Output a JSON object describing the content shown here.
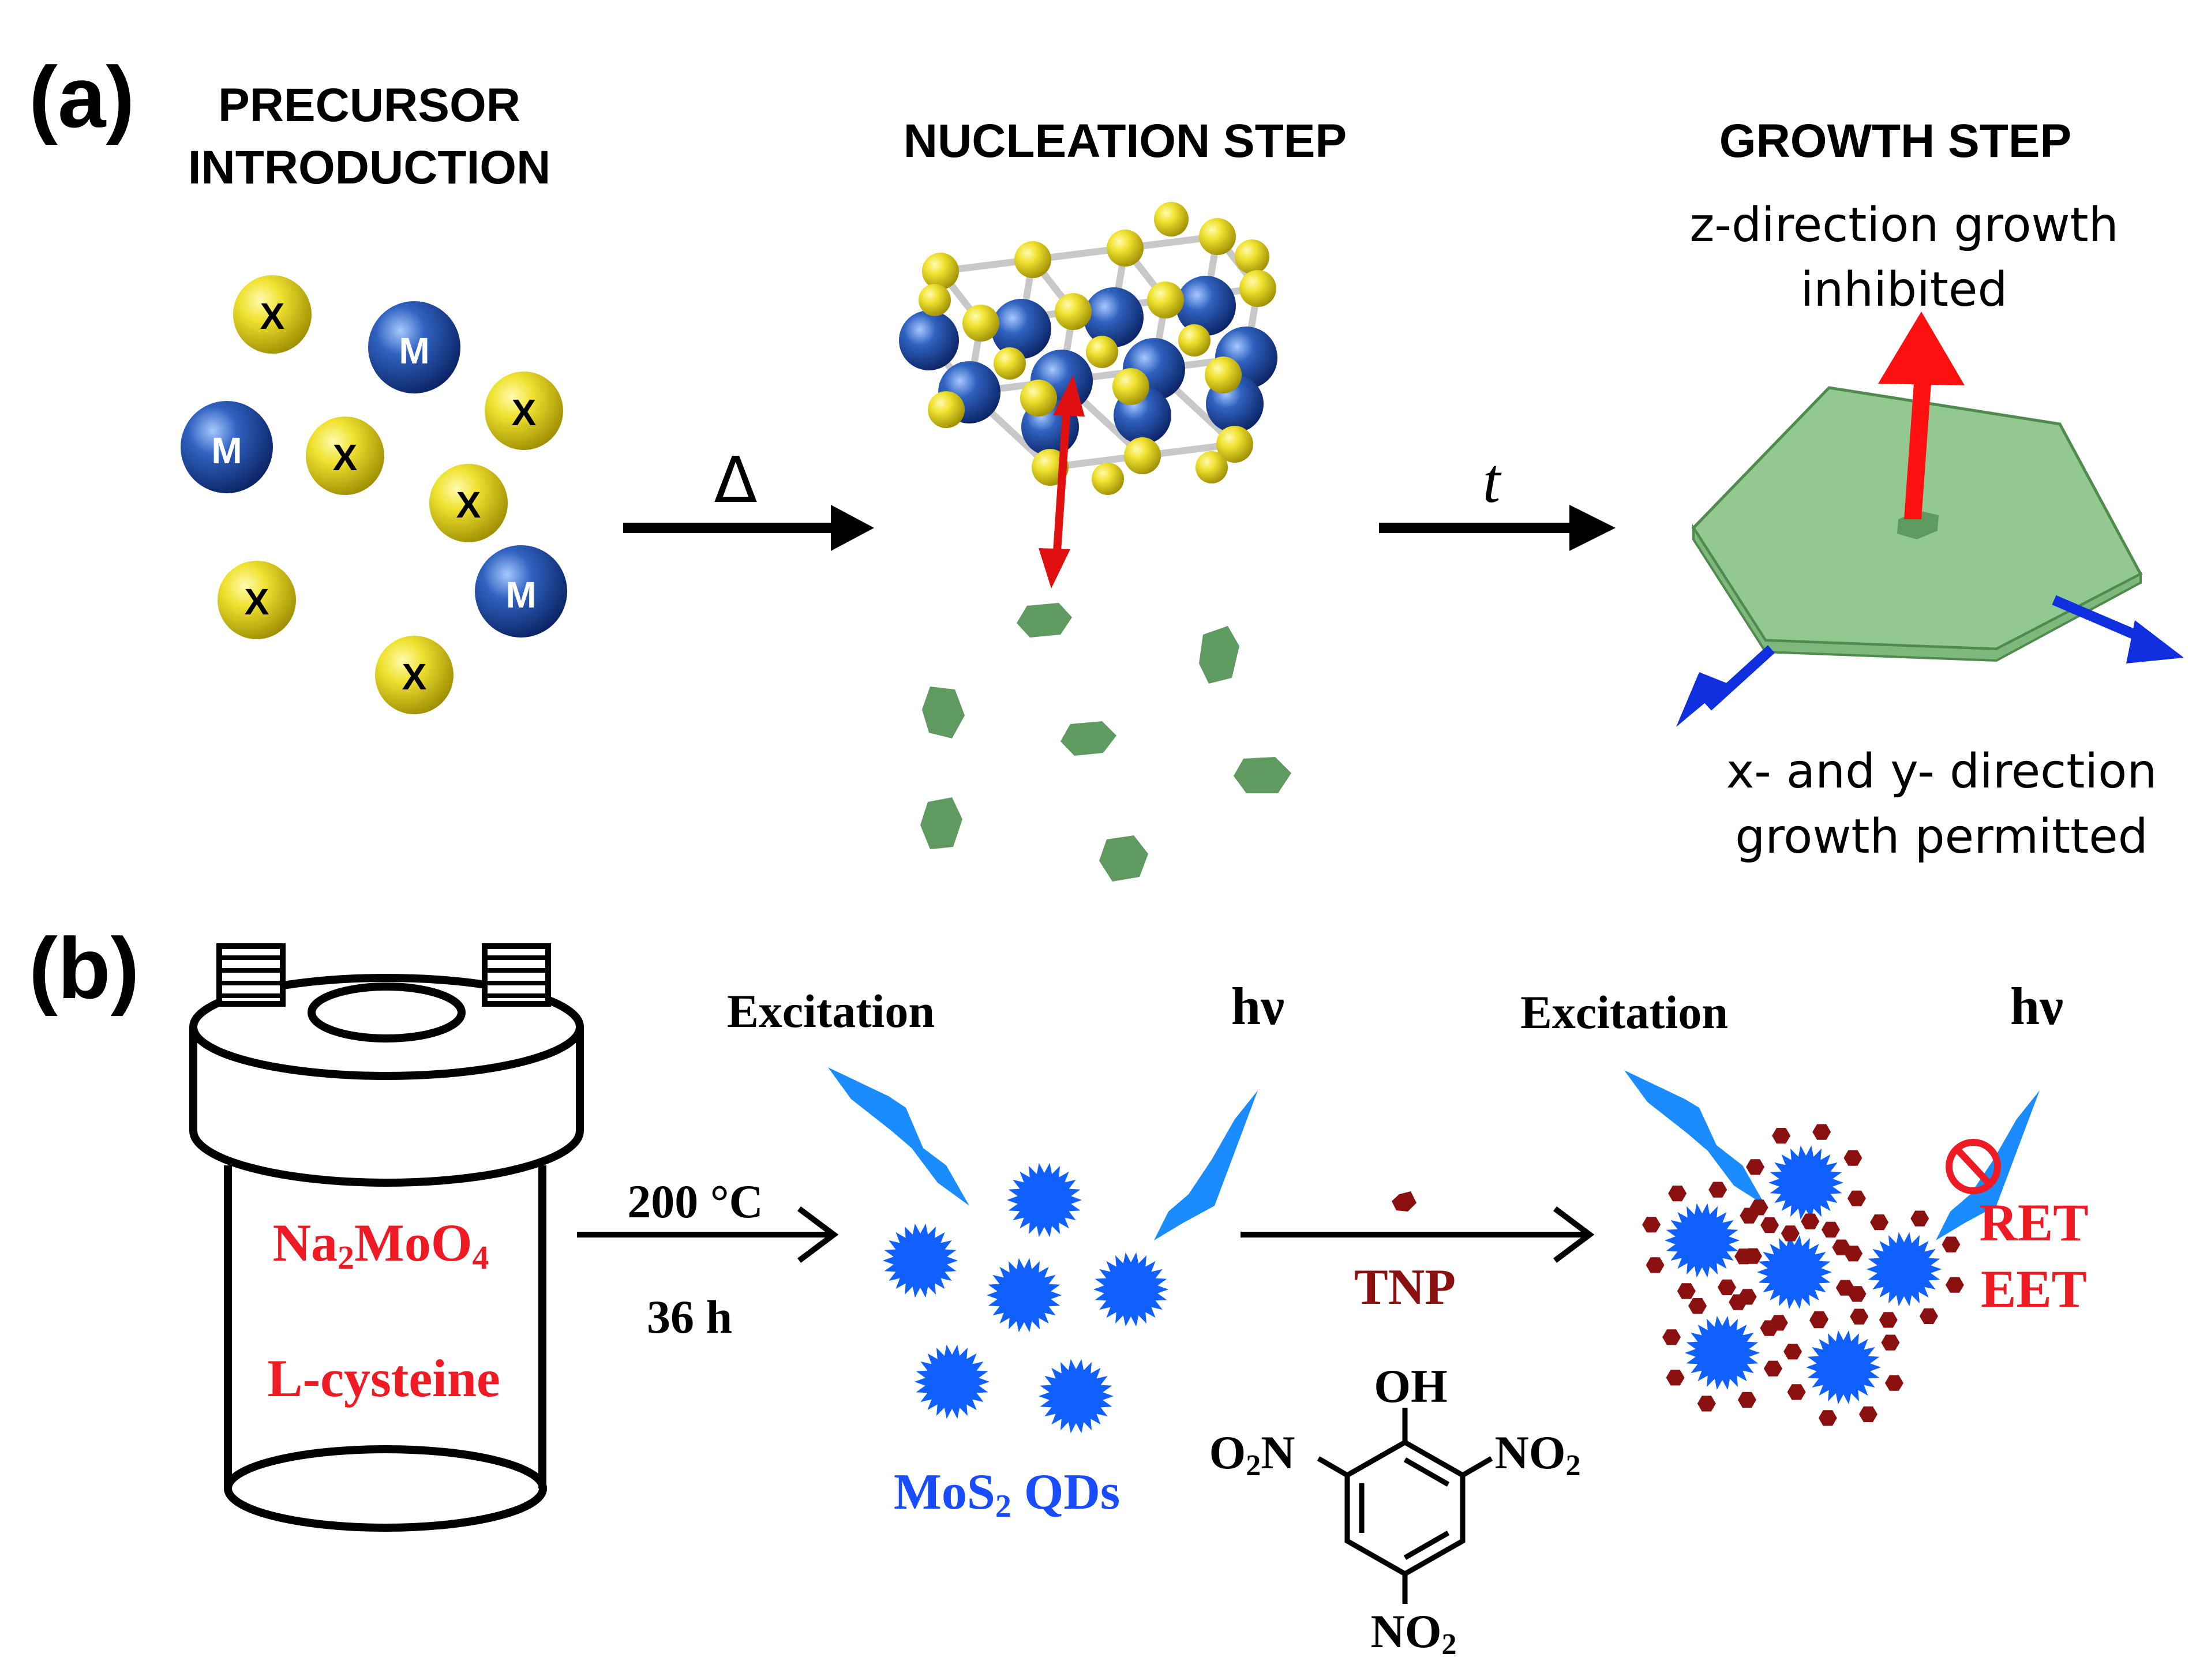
{
  "panel_a": {
    "label": "(a)",
    "precursor": {
      "line1": "PRECURSOR",
      "line2": "INTRODUCTION"
    },
    "nucleation": {
      "title": "NUCLEATION STEP"
    },
    "growth": {
      "title": "GROWTH STEP",
      "z_line1": "z-direction growth",
      "z_line2": "inhibited",
      "xy_line1": "x- and y- direction",
      "xy_line2": "growth permitted"
    },
    "arrow1_label": "Δ",
    "arrow2_label": "t",
    "atoms": {
      "metal": "M",
      "chalcogen": "X"
    },
    "colors": {
      "metal": "#1f4e9e",
      "chalcogen": "#e8d81e",
      "nuclei": "#5f9a60",
      "sheet": "#93c991",
      "z_arrow": "#ff1010",
      "xy_arrow": "#1030e0"
    }
  },
  "panel_b": {
    "label": "(b)",
    "reagent1": "Na",
    "reagent1_sub1": "2",
    "reagent1_mid": "MoO",
    "reagent1_sub2": "4",
    "reagent2": "L-cysteine",
    "condition1": "200 °C",
    "condition2": "36 h",
    "excitation1": "Excitation",
    "hv1": "hν",
    "excitation2": "Excitation",
    "hv2": "hν",
    "qd_label": "MoS",
    "qd_label_sub": "2",
    "qd_label_tail": " QDs",
    "analyte": "TNP",
    "ret": "RET",
    "eet": "EET",
    "structure": {
      "oh": "OH",
      "no2_left": "O",
      "no2_left_sub": "2",
      "no2_left_tail": "N",
      "no2_right": "NO",
      "no2_right_sub": "2",
      "no2_bottom": "NO",
      "no2_bottom_sub": "2"
    },
    "colors": {
      "qd": "#1060ff",
      "bolt": "#1a8cff",
      "text_red": "#ee1b24",
      "tnp": "#8b1010",
      "qd_label": "#1a4cff"
    }
  }
}
